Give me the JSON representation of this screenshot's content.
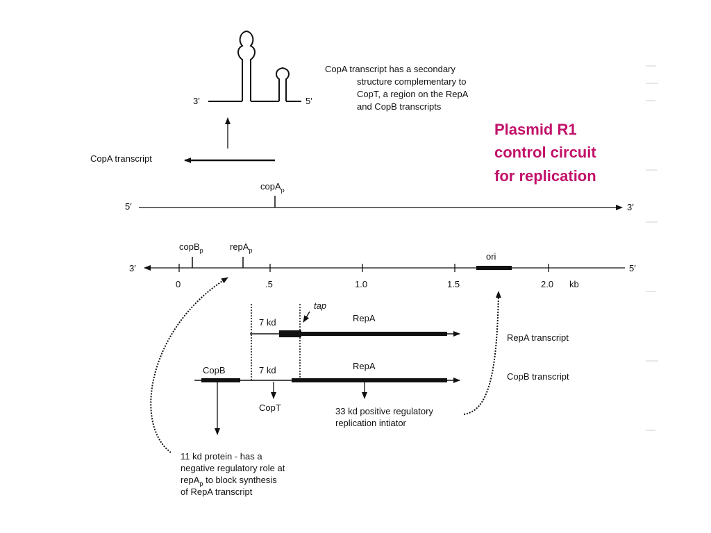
{
  "title": {
    "lines": [
      "Plasmid R1",
      "control circuit",
      "for replication"
    ],
    "color": "#c2126a"
  },
  "copa_structure": {
    "end_3": "3′",
    "end_5": "5′",
    "description": [
      "CopA transcript has a secondary",
      "structure complementary to",
      "CopT, a region on the RepA",
      "and CopB transcripts"
    ]
  },
  "copa_transcript_label": "CopA transcript",
  "top_strand": {
    "end_left": "5′",
    "end_right": "3′",
    "promoter": "copA",
    "promoter_sub": "p"
  },
  "bottom_strand": {
    "end_left": "3′",
    "end_right": "5′",
    "promoters": [
      {
        "name": "copB",
        "sub": "p"
      },
      {
        "name": "repA",
        "sub": "p"
      }
    ],
    "ori": "ori",
    "ticks": [
      "0",
      ".5",
      "1.0",
      "1.5",
      "2.0"
    ],
    "unit": "kb"
  },
  "repa_transcript": {
    "label": "RepA transcript",
    "seg_7kd": "7 kd",
    "tap": "tap",
    "gene": "RepA"
  },
  "copb_transcript": {
    "label": "CopB transcript",
    "copb": "CopB",
    "seg_7kd": "7 kd",
    "gene": "RepA",
    "copt": "CopT"
  },
  "protein_33kd": [
    "33 kd positive regulatory",
    "replication intiator"
  ],
  "protein_11kd": {
    "line1": "11 kd protein - has a",
    "line2": "negative regulatory role at",
    "line3_prefix": "repA",
    "line3_sub": "p",
    "line3_suffix": " to block synthesis",
    "line4": "of RepA transcript"
  }
}
